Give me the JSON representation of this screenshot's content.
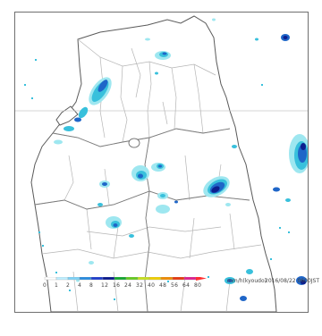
{
  "map": {
    "colors": {
      "coast": "#5a5a5a",
      "border": "#b5b5b5",
      "gridline": "#c8c8c8",
      "rain_light": "#9ee7f0",
      "rain_mid": "#38c0dc",
      "rain_heavy": "#1f66c8",
      "rain_vheavy": "#0c1f8f"
    }
  },
  "legend": {
    "scale_values": [
      "0",
      "1",
      "2",
      "4",
      "8",
      "12",
      "16",
      "24",
      "32",
      "40",
      "48",
      "56",
      "64",
      "80"
    ],
    "scale_colors": [
      "#ffffff",
      "#bfefff",
      "#7fd3f7",
      "#2a8de0",
      "#1f3fcf",
      "#0a1a8f",
      "#14a830",
      "#66cc22",
      "#c8e020",
      "#f0d000",
      "#f08c00",
      "#e83a10",
      "#e02090",
      "#ff3030"
    ],
    "unit": "mm/h(kyoudo)",
    "timestamp": "2016/08/22 0600JST"
  }
}
